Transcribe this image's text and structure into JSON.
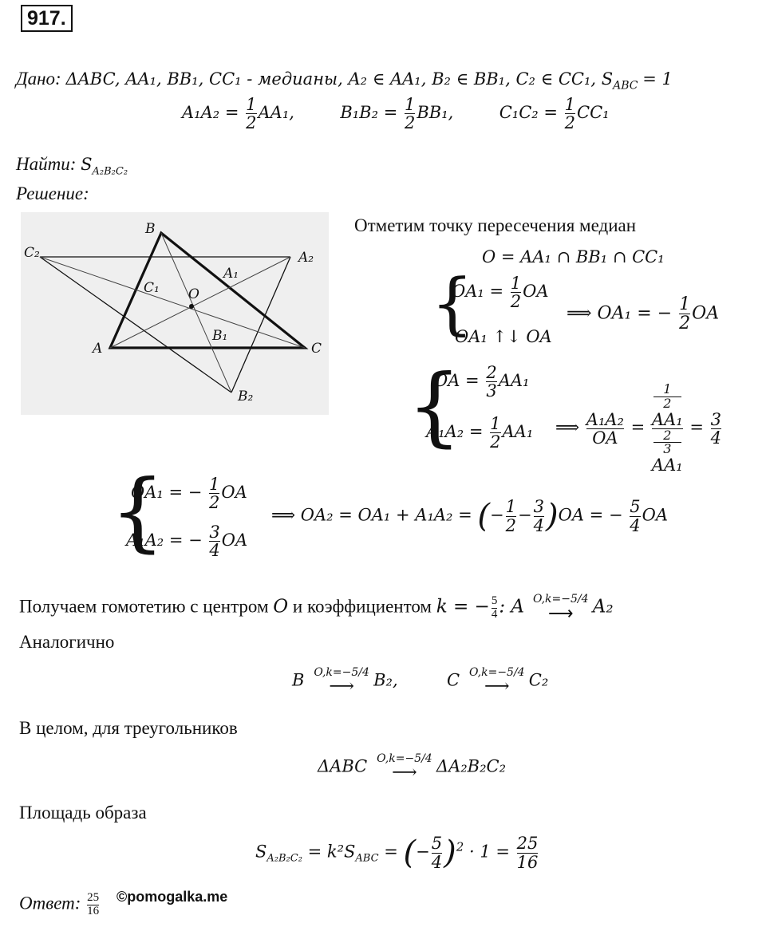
{
  "problem_number": "917.",
  "given": {
    "label": "Дано:",
    "text": "ΔABC, AA₁, BB₁, CC₁ - медианы, A₂ ∈ AA₁, B₂ ∈ BB₁, C₂ ∈ CC₁,  S",
    "s_sub": "ABC",
    "s_val": "= 1",
    "relation1_left": "A₁A₂ =",
    "relation1_right": "AA₁,",
    "relation2_left": "B₁B₂ =",
    "relation2_right": "BB₁,",
    "relation3_left": "C₁C₂ =",
    "relation3_right": "CC₁",
    "half_num": "1",
    "half_den": "2"
  },
  "find": {
    "label": "Найти:",
    "text": "S",
    "sub": "A₂B₂C₂"
  },
  "solution_label": "Решение:",
  "figure": {
    "points": [
      "B",
      "C₂",
      "A₂",
      "C₁",
      "O",
      "A₁",
      "A",
      "B₁",
      "C",
      "B₂"
    ]
  },
  "step1": {
    "text": "Отметим точку пересечения медиан",
    "formula": "O =  AA₁ ∩ BB₁ ∩ CC₁"
  },
  "system1": {
    "row1_left": "OA₁ =",
    "row1_right": "OA",
    "row2": "OA₁ ↑↓ OA",
    "arrow": "⟹",
    "result_left": "OA₁ = −",
    "result_right": "OA"
  },
  "system2": {
    "row1_left": "OA =",
    "row1_num": "2",
    "row1_den": "3",
    "row1_right": "AA₁",
    "row2_left": "A₁A₂ =",
    "row2_num": "1",
    "row2_den": "2",
    "row2_right": "AA₁",
    "ratio_num": "A₁A₂",
    "ratio_den": "OA",
    "mid_num": "AA₁",
    "mid_den": "AA₁",
    "res_num": "3",
    "res_den": "4"
  },
  "system3": {
    "row1_left": "OA₁ = −",
    "row1_right": "OA",
    "row2_left": "A₁A₂ = −",
    "row2_right": "OA",
    "result": "OA₂ = OA₁ + A₁A₂ =",
    "paren_minus": "−",
    "res_tail": "OA = −",
    "res_num": "5",
    "res_den": "4",
    "res_end": "OA"
  },
  "homothety": {
    "text": "Получаем гомотетию с центром ",
    "center": "O",
    "text2": " и коэффициентом ",
    "k": "k = −",
    "k_num": "5",
    "k_den": "4",
    "map_from": ": A",
    "map_label": "O,k=−5/4",
    "map_to": "A₂"
  },
  "analog_label": "Аналогично",
  "analog": {
    "b_from": "B",
    "b_to": "B₂,",
    "c_from": "C",
    "c_to": "C₂",
    "label": "O,k=−5/4"
  },
  "triangles_label": "В целом, для треугольников",
  "triangles": {
    "from": "ΔABC",
    "to": "ΔA₂B₂C₂",
    "label": "O,k=−5/4"
  },
  "area_label": "Площадь образа",
  "area": {
    "s": "S",
    "s_sub": "A₂B₂C₂",
    "eq": "= k²S",
    "sabc_sub": "ABC",
    "eq2": "=",
    "pow": "2",
    "times": "· 1 =",
    "num": "25",
    "den": "16"
  },
  "answer": {
    "label": "Ответ:",
    "num": "25",
    "den": "16"
  },
  "watermark": "©pomogalka.me"
}
